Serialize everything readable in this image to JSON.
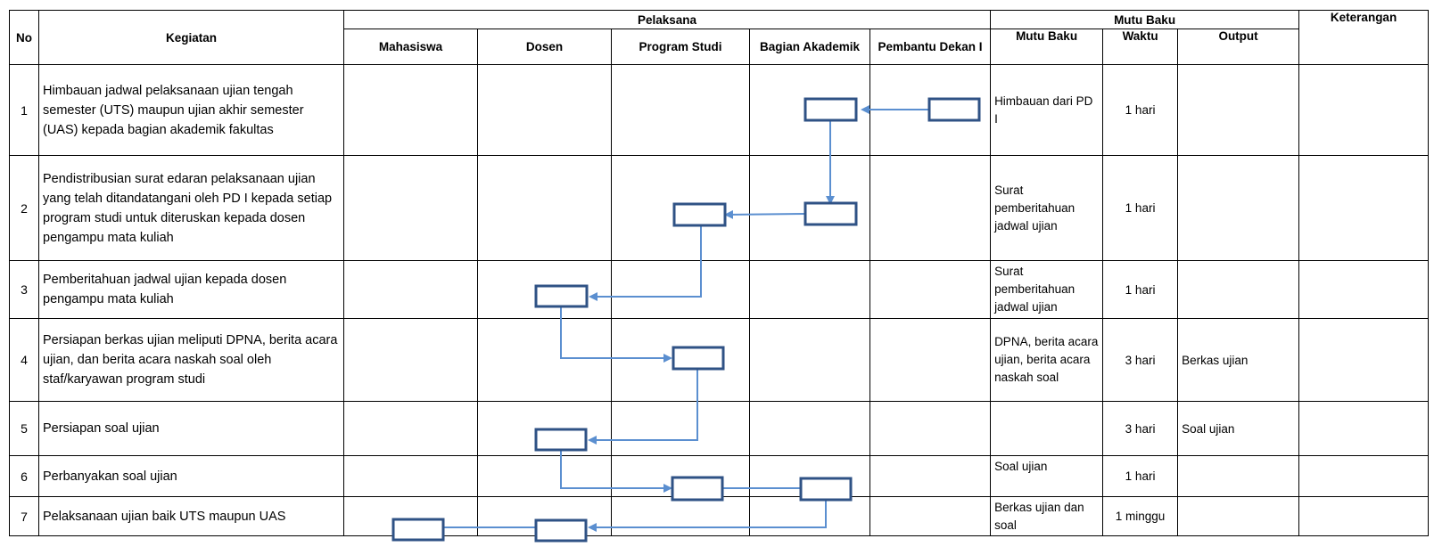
{
  "header": {
    "no": "No",
    "kegiatan": "Kegiatan",
    "pelaksana": "Pelaksana",
    "mutu_baku_group": "Mutu Baku",
    "keterangan": "Keterangan",
    "pelaksana_cols": [
      "Mahasiswa",
      "Dosen",
      "Program Studi",
      "Bagian Akademik",
      "Pembantu Dekan I"
    ],
    "mutu_cols": [
      "Mutu Baku",
      "Waktu",
      "Output"
    ]
  },
  "rows": [
    {
      "no": "1",
      "kegiatan": "Himbauan jadwal pelaksanaan ujian tengah semester (UTS) maupun ujian akhir semester (UAS) kepada bagian akademik fakultas",
      "mutu": "Himbauan dari PD I",
      "waktu": "1 hari",
      "output": "",
      "keterangan": ""
    },
    {
      "no": "2",
      "kegiatan": "Pendistribusian surat edaran pelaksanaan ujian yang telah ditandatangani oleh PD I kepada setiap program studi untuk diteruskan kepada dosen pengampu mata kuliah",
      "mutu": "Surat pemberitahuan jadwal ujian",
      "waktu": "1 hari",
      "output": "",
      "keterangan": ""
    },
    {
      "no": "3",
      "kegiatan": "Pemberitahuan jadwal ujian kepada dosen pengampu mata kuliah",
      "mutu": "Surat pemberitahuan jadwal ujian",
      "waktu": "1 hari",
      "output": "",
      "keterangan": ""
    },
    {
      "no": "4",
      "kegiatan": "Persiapan berkas ujian meliputi DPNA, berita acara ujian, dan berita acara naskah soal oleh staf/karyawan program studi",
      "mutu": "DPNA, berita acara ujian, berita acara naskah soal",
      "waktu": "3 hari",
      "output": "Berkas ujian",
      "keterangan": ""
    },
    {
      "no": "5",
      "kegiatan": "Persiapan soal ujian",
      "mutu": "",
      "waktu": "3 hari",
      "output": "Soal ujian",
      "keterangan": ""
    },
    {
      "no": "6",
      "kegiatan": "Perbanyakan soal ujian",
      "mutu": "Soal ujian",
      "waktu": "1 hari",
      "output": "",
      "keterangan": ""
    },
    {
      "no": "7",
      "kegiatan": "Pelaksanaan ujian baik UTS maupun UAS",
      "mutu": "Berkas ujian dan soal",
      "waktu": "1 minggu",
      "output": "",
      "keterangan": ""
    }
  ],
  "flow": {
    "steps": [
      {
        "row": 1,
        "actors": [
          "Bagian Akademik",
          "Pembantu Dekan I"
        ]
      },
      {
        "row": 2,
        "actors": [
          "Program Studi",
          "Bagian Akademik"
        ]
      },
      {
        "row": 3,
        "actors": [
          "Dosen"
        ]
      },
      {
        "row": 4,
        "actors": [
          "Program Studi"
        ]
      },
      {
        "row": 5,
        "actors": [
          "Dosen"
        ]
      },
      {
        "row": 6,
        "actors": [
          "Program Studi",
          "Bagian Akademik"
        ]
      },
      {
        "row": 7,
        "actors": [
          "Mahasiswa",
          "Dosen"
        ]
      }
    ],
    "colors": {
      "box_stroke": "#2f5285",
      "connector": "#5b8fd0"
    }
  }
}
